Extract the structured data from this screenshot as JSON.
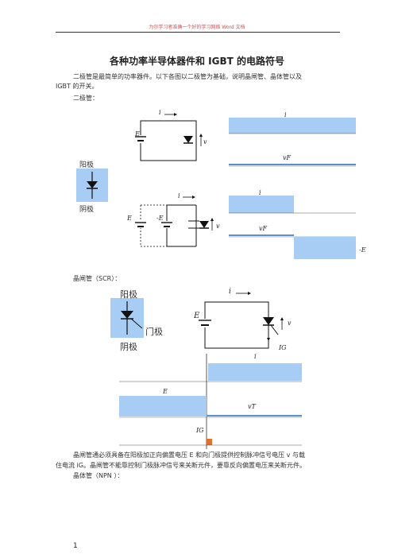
{
  "header": {
    "text": "为尔学习者准确一个好的学习网络 Word 文档"
  },
  "title": "各种功率半导体器件和 IGBT 的电路符号",
  "intro": {
    "line1": "二极管是最简单的功率器件。以下各图以二极管为基础，说明晶闸管、晶体管以及",
    "line2": "IGBT 的开关。"
  },
  "sections": {
    "diode": "二极管：",
    "scr": "晶闸管（SCR）：",
    "npn": "晶体管（NPN ）："
  },
  "diode_symbol": {
    "anode": "阳极",
    "cathode": "阴极"
  },
  "scr_symbol": {
    "anode": "阳极",
    "gate": "门极",
    "cathode": "阴极"
  },
  "labels": {
    "i": "i",
    "E": "E",
    "negE": "-E",
    "v": "v",
    "vF": "vF",
    "vT": "vT",
    "IG": "IG"
  },
  "scr_text": {
    "line1": "晶闸管通必须具备在阳极加正向偏置电压 E 和向门极提供控制脉冲信号电压 v 与载",
    "line2": "住电流 iG。晶闸管不能靠控制门极脉冲信号来关断元件，要靠反向偏置电压来关断元件。"
  },
  "page_number": "1",
  "colors": {
    "fill": "#a7cdf5",
    "line": "#5a8fd0",
    "accent": "#e07030"
  }
}
